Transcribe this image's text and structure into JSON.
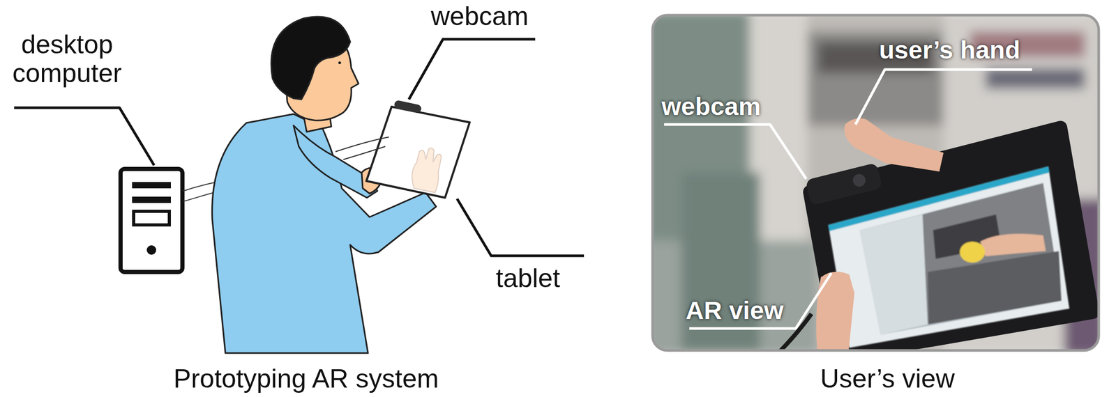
{
  "diagram": {
    "labels": [
      "desktop computer",
      "webcam",
      "tablet",
      "Prototyping AR system",
      "webcam",
      "user’s hand",
      "AR view",
      "User’s view"
    ]
  }
}
